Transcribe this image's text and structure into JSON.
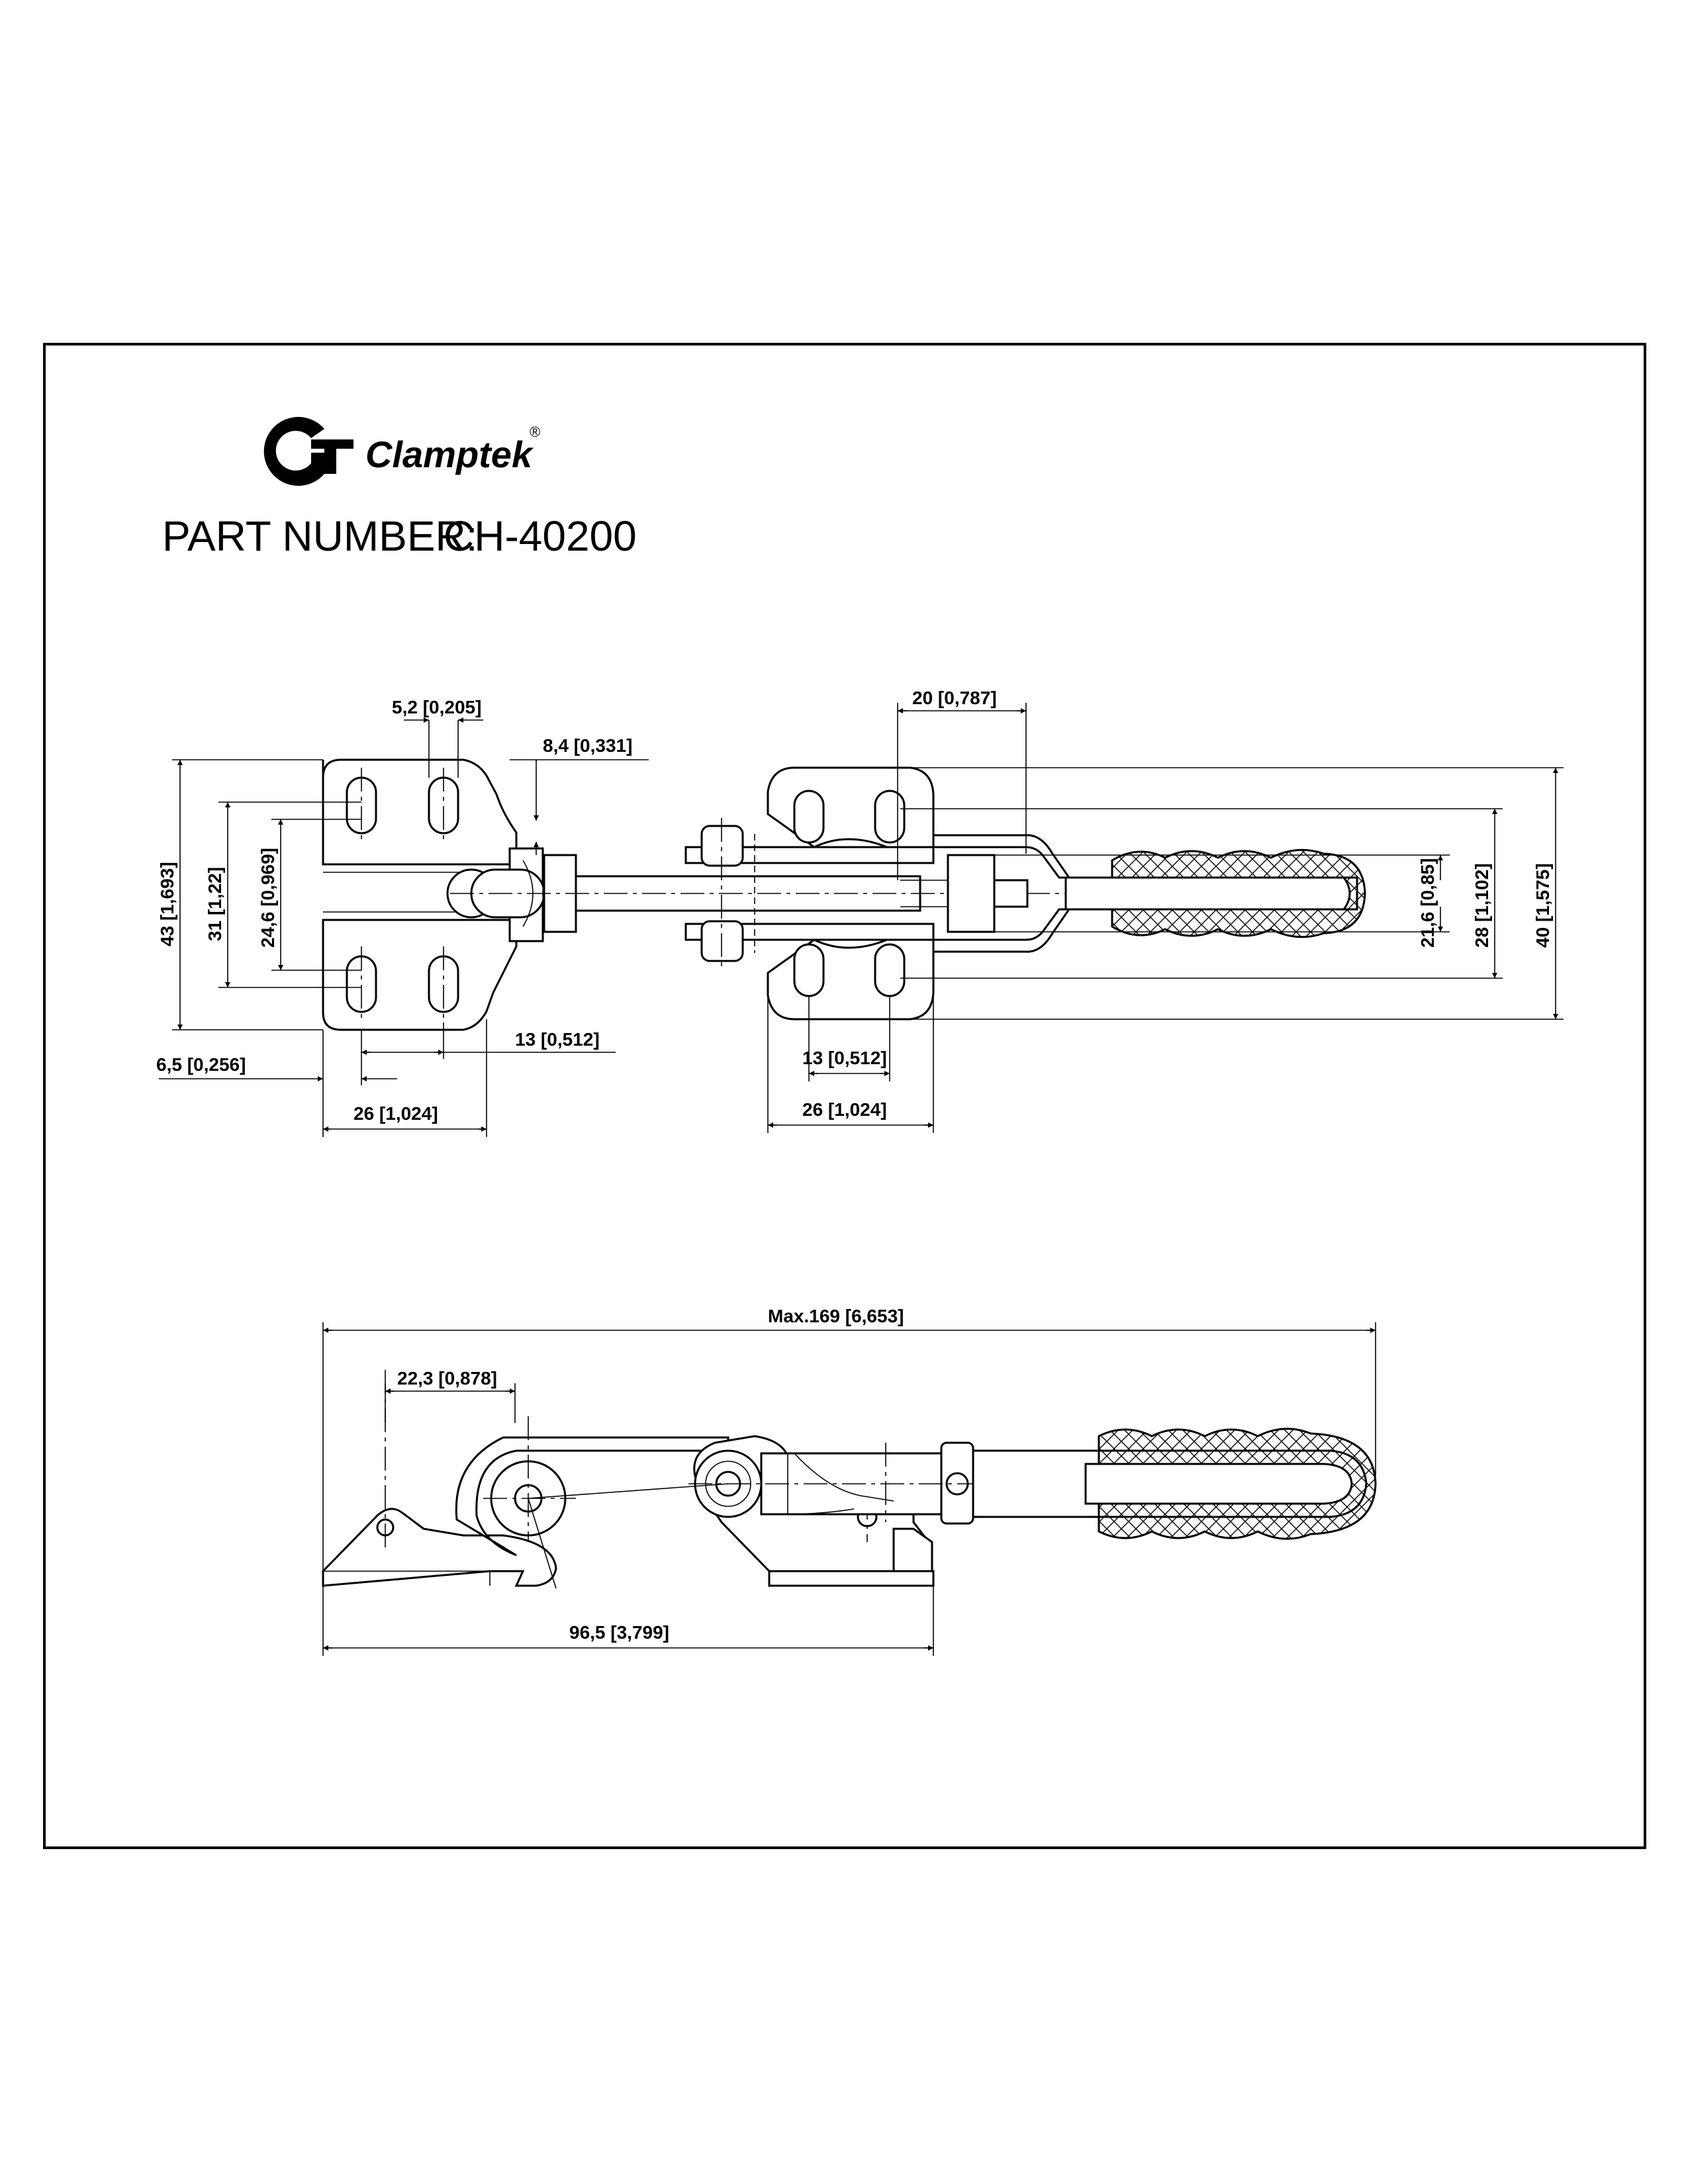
{
  "brand": {
    "name": "Clamptek",
    "registered_mark": "®"
  },
  "part": {
    "label": "PART NUMBER:",
    "number": "CH-40200"
  },
  "top_view": {
    "dims": {
      "slot_width": "5,2 [0,205]",
      "flange_offset": "8,4 [0,331]",
      "overall_height_left": "43 [1,693]",
      "slot_span_outer": "31 [1,22]",
      "slot_span_inner": "24,6 [0,969]",
      "edge_offset": "6,5 [0,256]",
      "hole_pitch_left": "13 [0,512]",
      "base_width_left": "26 [1,024]",
      "rod_offset": "20 [0,787]",
      "hole_pitch_right": "13 [0,512]",
      "base_width_right": "26 [1,024]",
      "handle_width": "21,6 [0,85]",
      "body_width": "28 [1,102]",
      "overall_height_right": "40 [1,575]"
    }
  },
  "side_view": {
    "dims": {
      "max_length": "Max.169 [6,653]",
      "hook_offset": "22,3 [0,878]",
      "base_length": "96,5 [3,799]"
    }
  }
}
